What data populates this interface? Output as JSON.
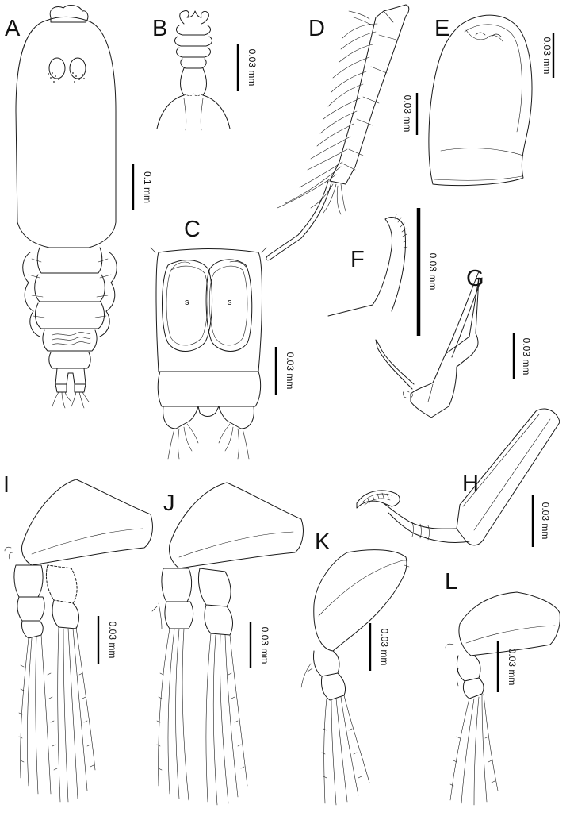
{
  "panels": {
    "A": {
      "label": "A",
      "scale": "0.1 mm"
    },
    "B": {
      "label": "B",
      "scale": "0.03 mm"
    },
    "C": {
      "label": "C",
      "scale": "0.03 mm",
      "marks": [
        "s",
        "s"
      ]
    },
    "D": {
      "label": "D",
      "scale": "0.03 mm"
    },
    "E": {
      "label": "E",
      "scale": "0.03 mm"
    },
    "F": {
      "label": "F",
      "scale": "0.03 mm"
    },
    "G": {
      "label": "G",
      "scale": "0.03 mm"
    },
    "H": {
      "label": "H",
      "scale": "0.03 mm"
    },
    "I": {
      "label": "I",
      "scale": "0.03 mm"
    },
    "J": {
      "label": "J",
      "scale": "0.03 mm"
    },
    "K": {
      "label": "K",
      "scale": "0.03 mm"
    },
    "L": {
      "label": "L",
      "scale": "0.03 mm"
    }
  }
}
